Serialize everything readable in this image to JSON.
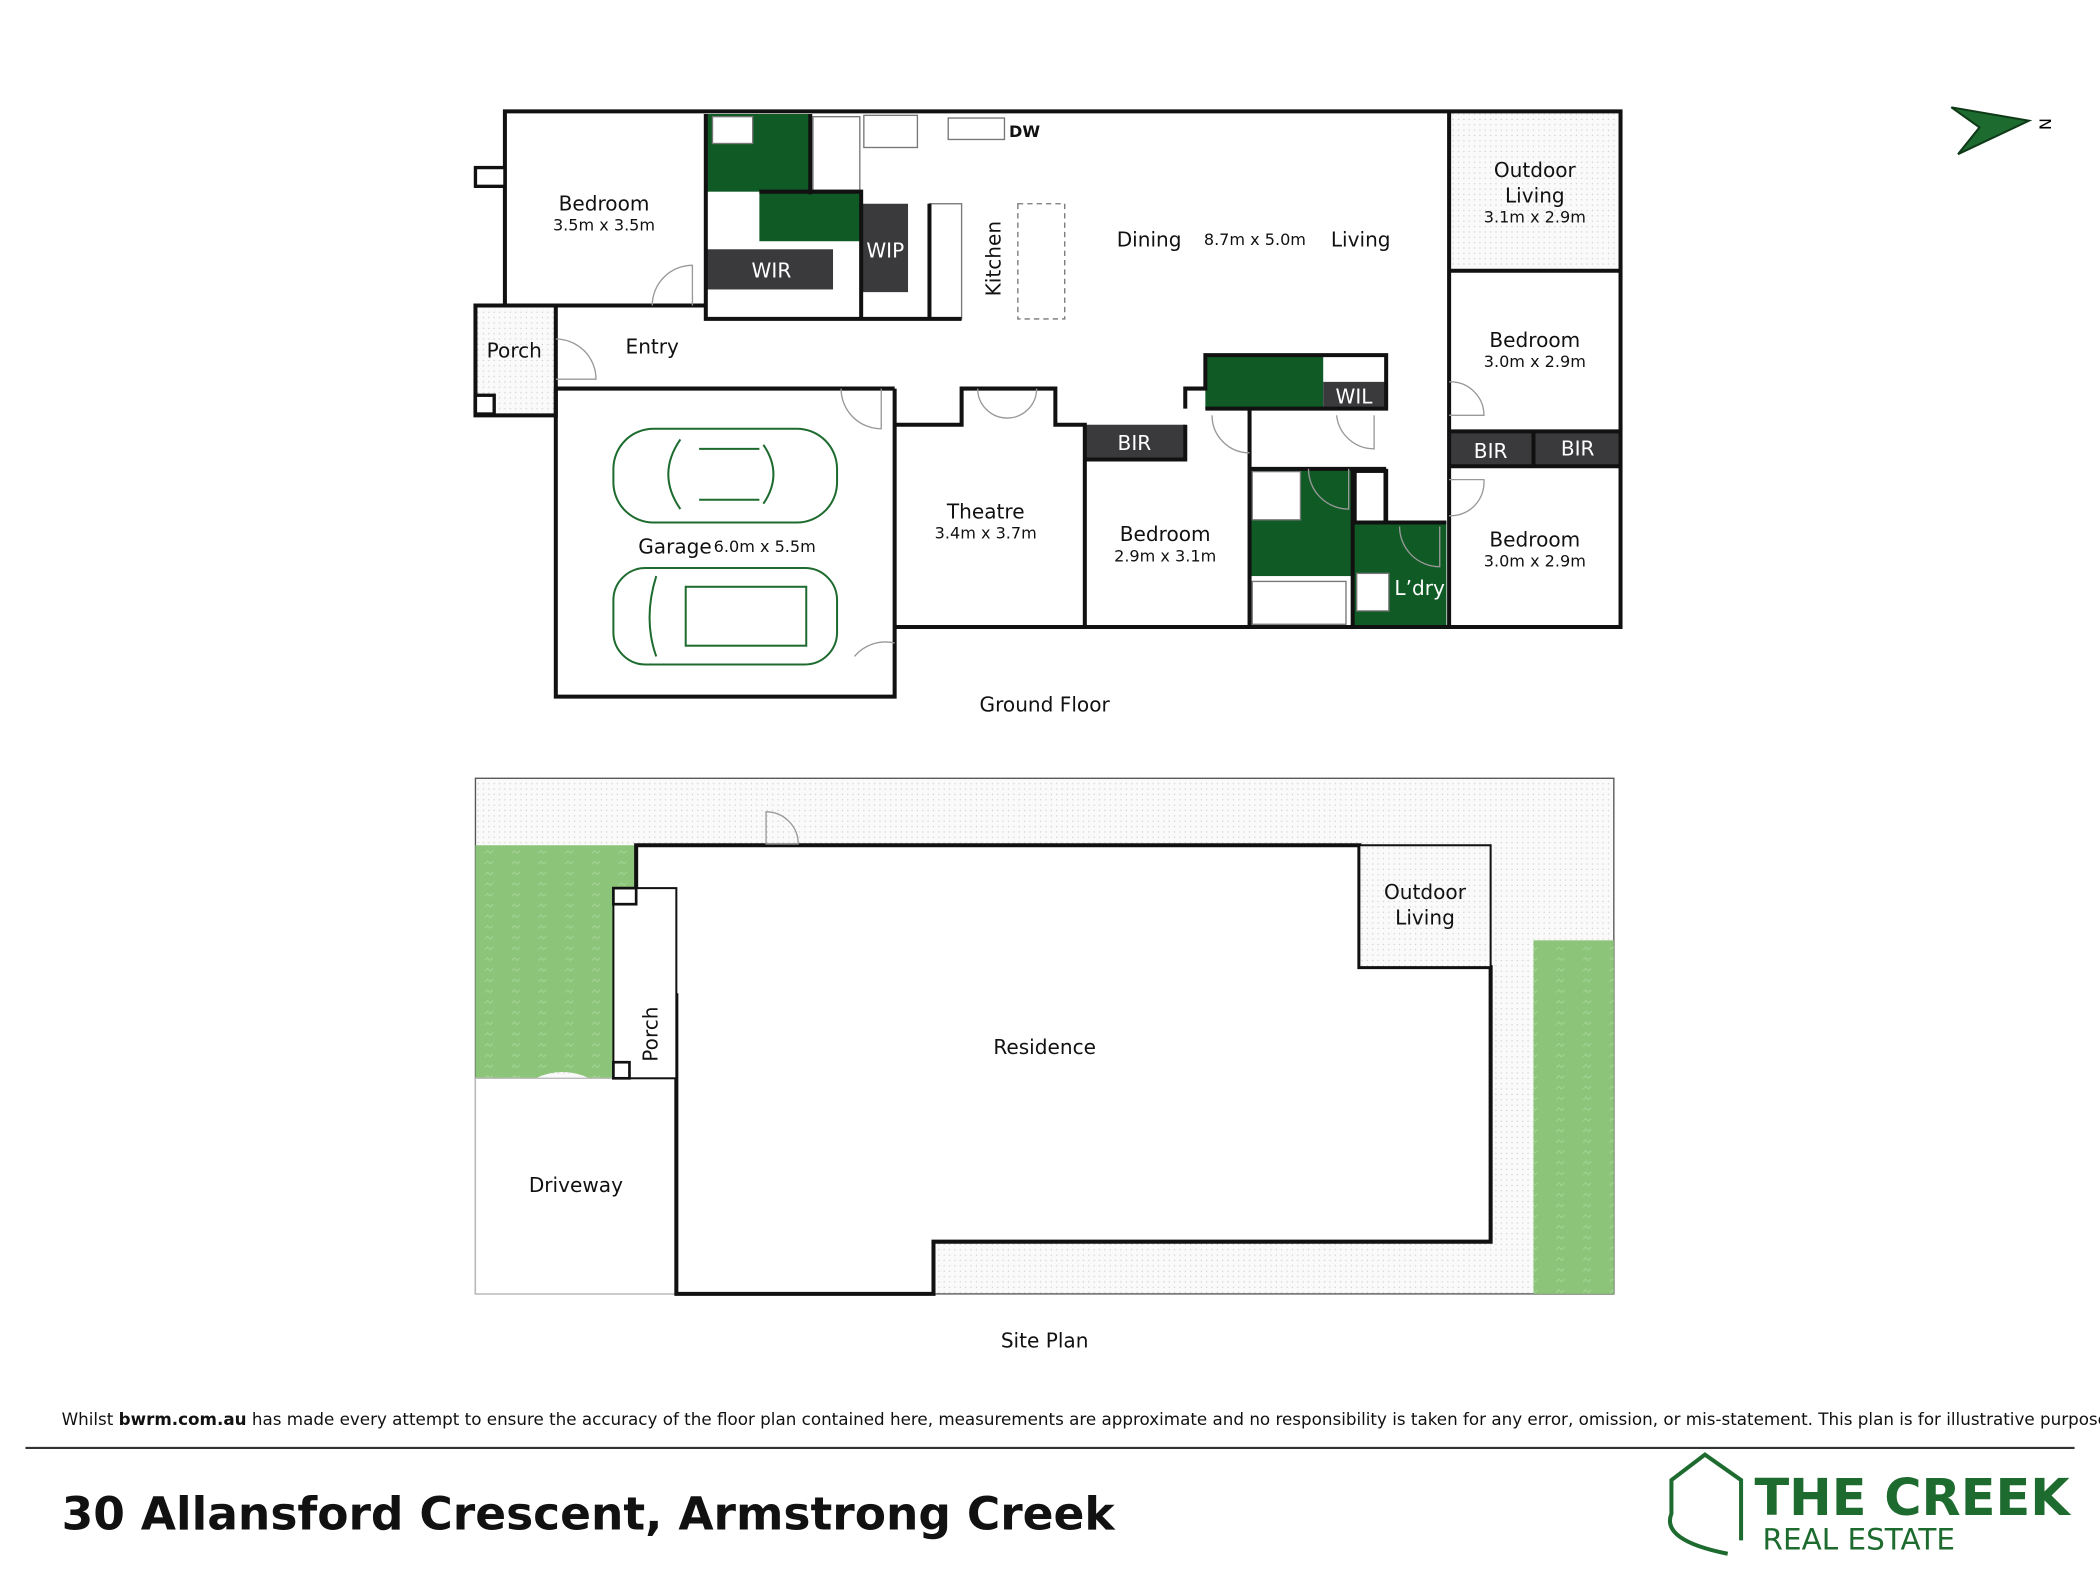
{
  "colors": {
    "wet_area": "#0f5a25",
    "storage": "#3a3a3c",
    "lawn": "#8cc47a",
    "logo": "#1e6b2f"
  },
  "ground_floor": {
    "title": "Ground Floor",
    "rooms": {
      "bedroom1": {
        "name": "Bedroom",
        "size": "3.5m x 3.5m"
      },
      "porch": {
        "name": "Porch"
      },
      "entry": {
        "name": "Entry"
      },
      "wir": {
        "name": "WIR"
      },
      "wip": {
        "name": "WIP"
      },
      "dw": {
        "name": "DW"
      },
      "kitchen": {
        "name": "Kitchen"
      },
      "dining": {
        "name": "Dining"
      },
      "living": {
        "name": "Living"
      },
      "living_size": "8.7m x 5.0m",
      "outdoor": {
        "name1": "Outdoor",
        "name2": "Living",
        "size": "3.1m x 2.9m"
      },
      "bedroom2": {
        "name": "Bedroom",
        "size": "3.0m x 2.9m"
      },
      "bir_a": {
        "name": "BIR"
      },
      "bir_b": {
        "name": "BIR"
      },
      "bedroom3": {
        "name": "Bedroom",
        "size": "3.0m x 2.9m"
      },
      "wil": {
        "name": "WIL"
      },
      "bir_c": {
        "name": "BIR"
      },
      "bedroom4": {
        "name": "Bedroom",
        "size": "2.9m x 3.1m"
      },
      "laundry": {
        "name": "L’dry"
      },
      "theatre": {
        "name": "Theatre",
        "size": "3.4m x 3.7m"
      },
      "garage": {
        "name": "Garage",
        "size": "6.0m x 5.5m"
      }
    }
  },
  "site_plan": {
    "title": "Site Plan",
    "outdoor1": "Outdoor",
    "outdoor2": "Living",
    "residence": "Residence",
    "porch": "Porch",
    "driveway": "Driveway"
  },
  "compass": {
    "label": "N"
  },
  "footer": {
    "disclaimer_pre": "Whilst ",
    "disclaimer_bold": "bwrm.com.au",
    "disclaimer_post": " has made every attempt to ensure the accuracy of the floor plan contained here, measurements are approximate and no responsibility is taken for any error, omission, or mis-statement. This plan is for illustrative purposes only.",
    "address": "30 Allansford Crescent, Armstrong Creek",
    "logo_line1": "THE CREEK",
    "logo_line2": "REAL ESTATE"
  }
}
